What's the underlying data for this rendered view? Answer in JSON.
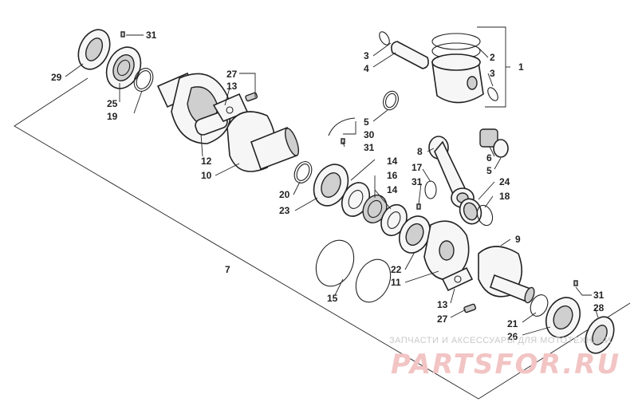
{
  "callouts": [
    {
      "id": "c31a",
      "text": "31"
    },
    {
      "id": "c29",
      "text": "29"
    },
    {
      "id": "c25",
      "text": "25"
    },
    {
      "id": "c19",
      "text": "19"
    },
    {
      "id": "c27a",
      "text": "27"
    },
    {
      "id": "c13a",
      "text": "13"
    },
    {
      "id": "c12",
      "text": "12"
    },
    {
      "id": "c10",
      "text": "10"
    },
    {
      "id": "c3a",
      "text": "3"
    },
    {
      "id": "c4",
      "text": "4"
    },
    {
      "id": "c2",
      "text": "2"
    },
    {
      "id": "c1",
      "text": "1"
    },
    {
      "id": "c3b",
      "text": "3"
    },
    {
      "id": "c5a",
      "text": "5"
    },
    {
      "id": "c30",
      "text": "30"
    },
    {
      "id": "c31b",
      "text": "31"
    },
    {
      "id": "c8",
      "text": "8"
    },
    {
      "id": "c6",
      "text": "6"
    },
    {
      "id": "c5b",
      "text": "5"
    },
    {
      "id": "c14a",
      "text": "14"
    },
    {
      "id": "c16",
      "text": "16"
    },
    {
      "id": "c17",
      "text": "17"
    },
    {
      "id": "c31c",
      "text": "31"
    },
    {
      "id": "c14b",
      "text": "14"
    },
    {
      "id": "c24",
      "text": "24"
    },
    {
      "id": "c18",
      "text": "18"
    },
    {
      "id": "c20",
      "text": "20"
    },
    {
      "id": "c23",
      "text": "23"
    },
    {
      "id": "c9",
      "text": "9"
    },
    {
      "id": "c7",
      "text": "7"
    },
    {
      "id": "c22",
      "text": "22"
    },
    {
      "id": "c11",
      "text": "11"
    },
    {
      "id": "c15",
      "text": "15"
    },
    {
      "id": "c13b",
      "text": "13"
    },
    {
      "id": "c27b",
      "text": "27"
    },
    {
      "id": "c31d",
      "text": "31"
    },
    {
      "id": "c28",
      "text": "28"
    },
    {
      "id": "c21",
      "text": "21"
    },
    {
      "id": "c26",
      "text": "26"
    }
  ],
  "watermark": {
    "tagline": "ЗАПЧАСТИ И АКСЕССУАРЫ ДЛЯ МОТОТЕХНИКИ",
    "brand": "PARTSFOR.RU"
  }
}
